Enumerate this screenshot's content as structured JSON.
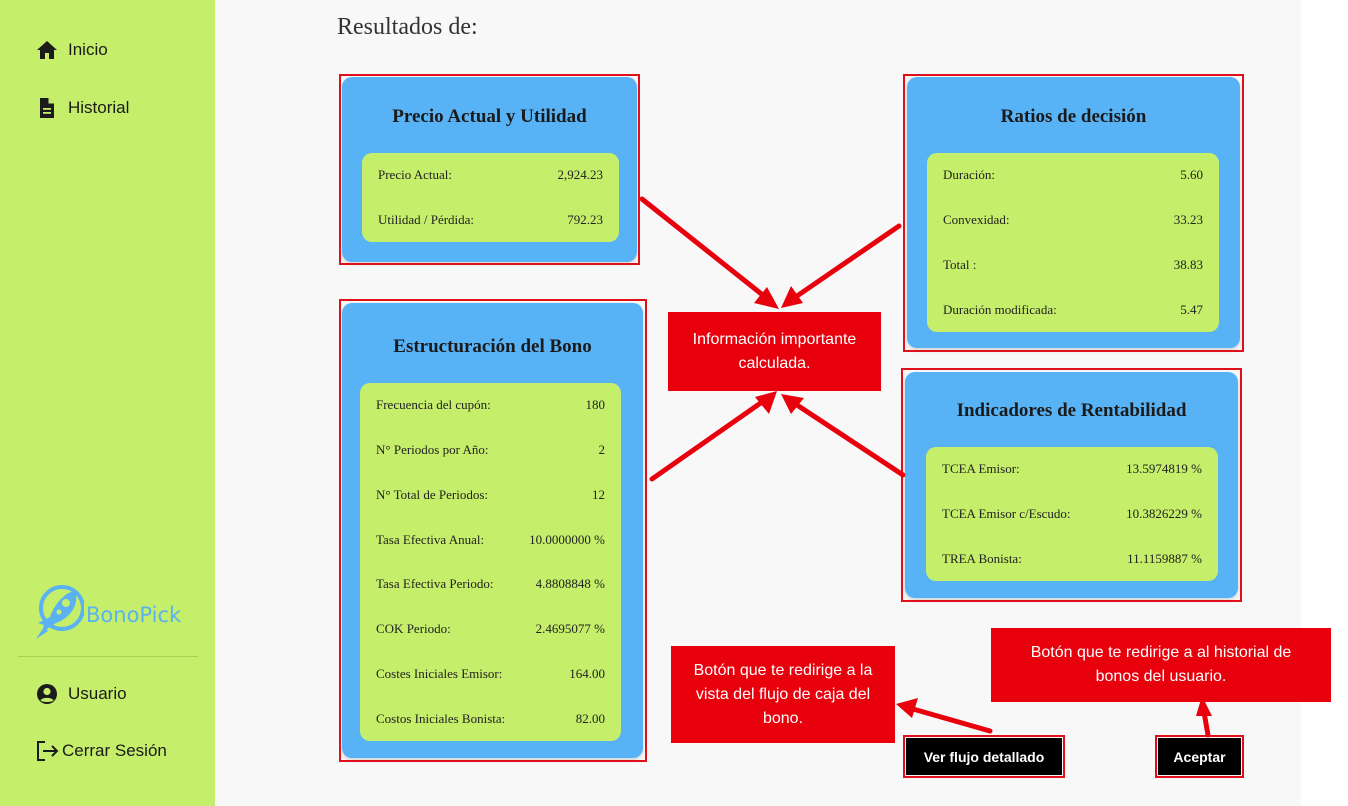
{
  "sidebar": {
    "items": [
      {
        "label": "Inicio",
        "icon": "home-icon"
      },
      {
        "label": "Historial",
        "icon": "document-icon"
      }
    ],
    "logo_text": "BonoPick",
    "bottom_items": [
      {
        "label": "Usuario",
        "icon": "user-circle-icon"
      },
      {
        "label": "Cerrar Sesión",
        "icon": "logout-icon"
      }
    ]
  },
  "main": {
    "heading": "Resultados de:",
    "cards": {
      "precio": {
        "title": "Precio Actual y Utilidad",
        "rows": [
          {
            "label": "Precio Actual:",
            "value": "2,924.23"
          },
          {
            "label": "Utilidad / Pérdida:",
            "value": "792.23"
          }
        ]
      },
      "ratios": {
        "title": "Ratios de decisión",
        "rows": [
          {
            "label": "Duración:",
            "value": "5.60"
          },
          {
            "label": "Convexidad:",
            "value": "33.23"
          },
          {
            "label": "Total :",
            "value": "38.83"
          },
          {
            "label": "Duración modificada:",
            "value": "5.47"
          }
        ]
      },
      "estructuracion": {
        "title": "Estructuración del Bono",
        "rows": [
          {
            "label": "Frecuencia del cupón:",
            "value": "180"
          },
          {
            "label": "N° Periodos por Año:",
            "value": "2"
          },
          {
            "label": "N° Total de Periodos:",
            "value": "12"
          },
          {
            "label": "Tasa Efectiva Anual:",
            "value": "10.0000000 %"
          },
          {
            "label": "Tasa Efectiva Periodo:",
            "value": "4.8808848 %"
          },
          {
            "label": "COK Periodo:",
            "value": "2.4695077 %"
          },
          {
            "label": "Costes Iniciales Emisor:",
            "value": "164.00"
          },
          {
            "label": "Costos Iniciales Bonista:",
            "value": "82.00"
          }
        ]
      },
      "indicadores": {
        "title": "Indicadores de Rentabilidad",
        "rows": [
          {
            "label": "TCEA Emisor:",
            "value": "13.5974819 %"
          },
          {
            "label": "TCEA Emisor c/Escudo:",
            "value": "10.3826229 %"
          },
          {
            "label": "TREA Bonista:",
            "value": "11.1159887 %"
          }
        ]
      }
    },
    "buttons": {
      "flujo_label": "Ver flujo detallado",
      "aceptar_label": "Aceptar"
    }
  },
  "annotations": {
    "center": "Información importante calculada.",
    "flujo": "Botón que te redirige a la vista del flujo de caja del bono.",
    "historial": "Botón que te redirige a al historial de bonos del usuario."
  },
  "colors": {
    "sidebar": "#c5ee6a",
    "card": "#58b3f6",
    "inner": "#c5ee6a",
    "annotation": "#e8000d",
    "logo": "#5ab2f2"
  }
}
